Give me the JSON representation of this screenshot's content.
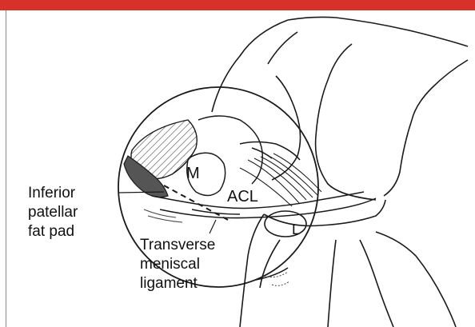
{
  "colors": {
    "top_bar": "#d7312a",
    "ink": "#1a1a1a"
  },
  "labels": {
    "inferior": [
      "Inferior",
      "patellar",
      "fat pad"
    ],
    "m": "M",
    "acl": "ACL",
    "l": "L",
    "transverse": [
      "Transverse",
      "meniscal",
      "ligament"
    ]
  }
}
